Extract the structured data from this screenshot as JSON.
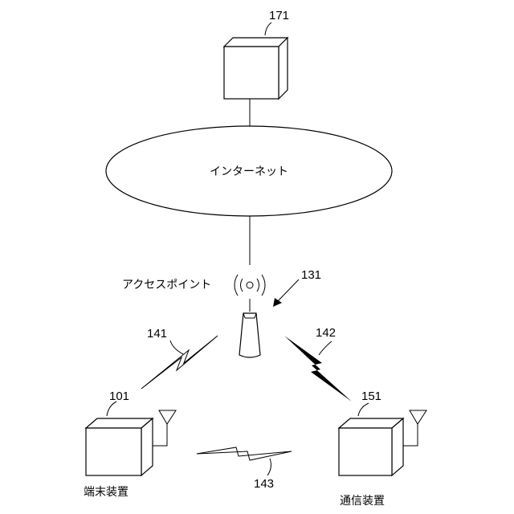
{
  "figure": {
    "server": {
      "ref": "171"
    },
    "internet": {
      "label": "インターネット"
    },
    "access_point": {
      "label": "アクセスポイント",
      "ref": "131"
    },
    "terminal": {
      "label": "端末装置",
      "ref": "101"
    },
    "comm_device": {
      "label": "通信装置",
      "ref": "151"
    },
    "links": {
      "ap_terminal": {
        "ref": "141"
      },
      "ap_comm": {
        "ref": "142"
      },
      "terminal_comm": {
        "ref": "143"
      }
    }
  }
}
